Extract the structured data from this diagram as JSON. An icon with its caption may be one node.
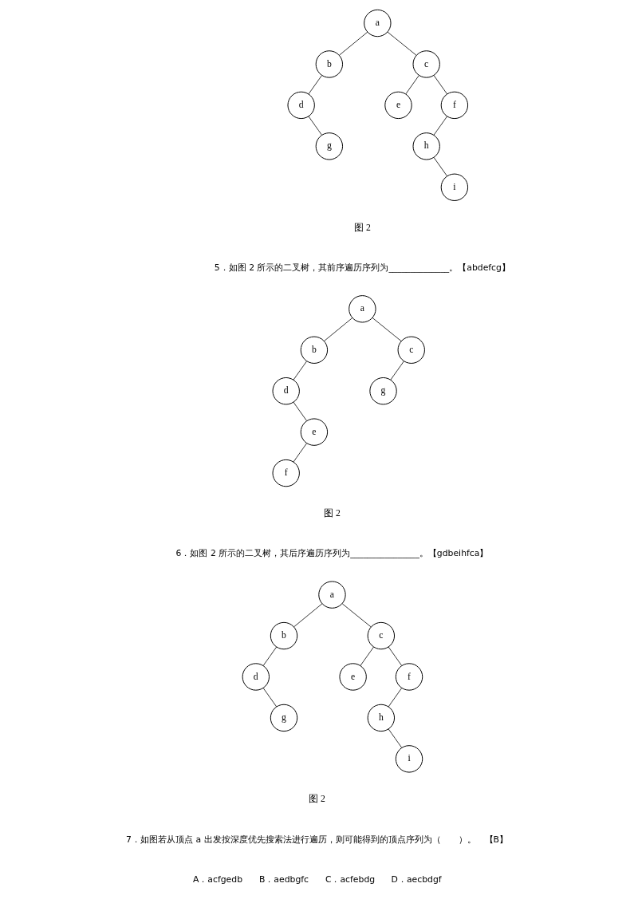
{
  "diagram": {
    "nodes": [
      {
        "text": [
          "a"
        ]
      },
      {
        "text": [
          "b"
        ]
      },
      {
        "text": [
          "c"
        ]
      },
      {
        "text": [
          "d"
        ]
      },
      {
        "text": [
          "e"
        ]
      },
      {
        "text": [
          "f"
        ]
      },
      {
        "text": [
          "g"
        ]
      },
      {
        "text": [
          "h"
        ]
      },
      {
        "text": [
          "i"
        ]
      },
      {
        "text": [
          "a"
        ]
      },
      {
        "text": [
          "b"
        ]
      },
      {
        "text": [
          "c"
        ]
      },
      {
        "text": [
          "d"
        ]
      },
      {
        "text": [
          "g"
        ]
      },
      {
        "text": [
          "e"
        ]
      },
      {
        "text": [
          "f"
        ]
      },
      {
        "text": [
          "a"
        ]
      },
      {
        "text": [
          "b"
        ]
      },
      {
        "text": [
          "c"
        ]
      },
      {
        "text": [
          "d"
        ]
      },
      {
        "text": [
          "e"
        ]
      },
      {
        "text": [
          "f"
        ]
      },
      {
        "text": [
          "g"
        ]
      },
      {
        "text": [
          "h"
        ]
      },
      {
        "text": [
          "i"
        ]
      }
    ],
    "edges": [
      {
        "from": 0,
        "to": 1,
        "arrow": "none"
      },
      {
        "from": 0,
        "to": 2,
        "arrow": "none"
      },
      {
        "from": 1,
        "to": 3,
        "arrow": "none"
      },
      {
        "from": 3,
        "to": 6,
        "arrow": "none"
      },
      {
        "from": 2,
        "to": 4,
        "arrow": "none"
      },
      {
        "from": 2,
        "to": 5,
        "arrow": "none"
      },
      {
        "from": 5,
        "to": 7,
        "arrow": "none"
      },
      {
        "from": 7,
        "to": 8,
        "arrow": "none"
      },
      {
        "from": 9,
        "to": 10,
        "arrow": "none"
      },
      {
        "from": 9,
        "to": 11,
        "arrow": "none"
      },
      {
        "from": 10,
        "to": 12,
        "arrow": "none"
      },
      {
        "from": 11,
        "to": 13,
        "arrow": "none"
      },
      {
        "from": 12,
        "to": 14,
        "arrow": "none"
      },
      {
        "from": 14,
        "to": 15,
        "arrow": "none"
      },
      {
        "from": 16,
        "to": 17,
        "arrow": "none"
      },
      {
        "from": 16,
        "to": 18,
        "arrow": "none"
      },
      {
        "from": 17,
        "to": 19,
        "arrow": "none"
      },
      {
        "from": 19,
        "to": 22,
        "arrow": "none"
      },
      {
        "from": 18,
        "to": 20,
        "arrow": "none"
      },
      {
        "from": 18,
        "to": 21,
        "arrow": "none"
      },
      {
        "from": 21,
        "to": 23,
        "arrow": "none"
      },
      {
        "from": 23,
        "to": 24,
        "arrow": "none"
      }
    ],
    "labels": [
      "图 2",
      "5．如图 2 所示的二叉树，其前序遍历序列为______________。【abdefcg】",
      "图 2",
      "6．如图 2 所示的二叉树，其后序遍历序列为________________。【gdbeihfca】",
      "图 2",
      "7．如图若从顶点 a 出发按深度优先搜索法进行遍历，则可能得到的顶点序列为（　　）。　【B】",
      "A．acfgedb",
      "B．aedbgfc",
      "C．acfebdg",
      "D．aecbdgf"
    ]
  }
}
